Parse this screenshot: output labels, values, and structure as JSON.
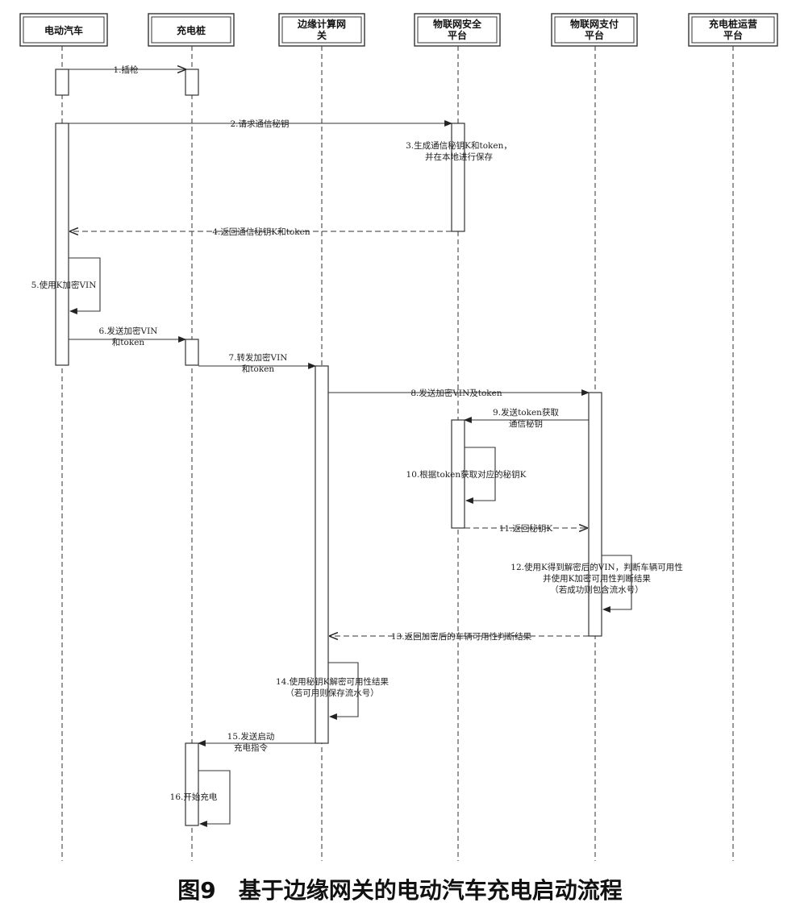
{
  "actors": [
    {
      "id": "ev",
      "label": "电动汽车"
    },
    {
      "id": "pile",
      "label": "充电桩"
    },
    {
      "id": "edge",
      "label": "边缘计算网关"
    },
    {
      "id": "sec",
      "label": "物联网安全平台"
    },
    {
      "id": "pay",
      "label": "物联网支付平台"
    },
    {
      "id": "op",
      "label": "充电桩运营平台"
    }
  ],
  "messages": [
    {
      "id": "m1",
      "lines": [
        "1.插枪"
      ]
    },
    {
      "id": "m2",
      "lines": [
        "2.请求通信秘钥"
      ]
    },
    {
      "id": "m3",
      "lines": [
        "3.生成通信秘钥K和token，",
        "并在本地进行保存"
      ]
    },
    {
      "id": "m4",
      "lines": [
        "4.返回通信秘钥K和token"
      ]
    },
    {
      "id": "m5",
      "lines": [
        "5.使用K加密VIN"
      ]
    },
    {
      "id": "m6",
      "lines": [
        "6.发送加密VIN",
        "和token"
      ]
    },
    {
      "id": "m7",
      "lines": [
        "7.转发加密VIN",
        "和token"
      ]
    },
    {
      "id": "m8",
      "lines": [
        "8.发送加密VIN及token"
      ]
    },
    {
      "id": "m9",
      "lines": [
        "9.发送token获取",
        "通信秘钥"
      ]
    },
    {
      "id": "m10",
      "lines": [
        "10.根据token获取对应的秘钥K"
      ]
    },
    {
      "id": "m11",
      "lines": [
        "11.返回秘钥K"
      ]
    },
    {
      "id": "m12",
      "lines": [
        "12.使用K得到解密后的VIN，判断车辆可用性",
        "并使用K加密可用性判断结果",
        "（若成功则包含流水号）"
      ]
    },
    {
      "id": "m13",
      "lines": [
        "13.返回加密后的车辆可用性判断结果"
      ]
    },
    {
      "id": "m14",
      "lines": [
        "14.使用秘钥K解密可用性结果",
        "（若可用则保存流水号）"
      ]
    },
    {
      "id": "m15",
      "lines": [
        "15.发送启动",
        "充电指令"
      ]
    },
    {
      "id": "m16",
      "lines": [
        "16.开始充电"
      ]
    }
  ],
  "caption": "图9　基于边缘网关的电动汽车充电启动流程"
}
